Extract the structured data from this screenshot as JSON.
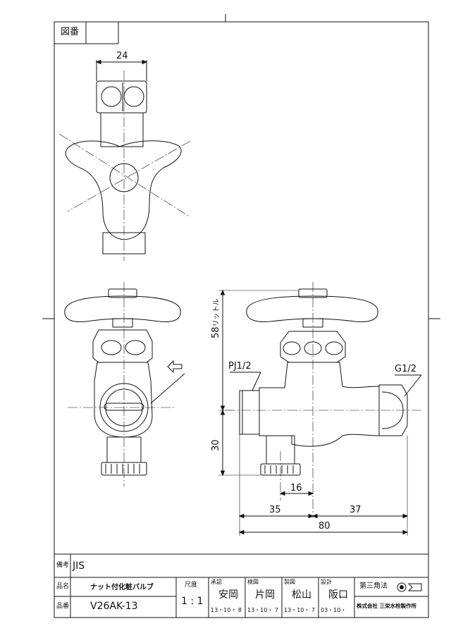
{
  "drawing_no_label": "図番",
  "drawing_no": "",
  "dims": {
    "top_width": "24",
    "height": "58",
    "height_suffix": "リットル",
    "lower_height": "30",
    "offset_small": "16",
    "left_len": "35",
    "right_len": "37",
    "total_len": "80",
    "thread_inlet": "PJ1/2",
    "thread_outlet": "G1/2"
  },
  "title_block": {
    "remarks_label": "備考",
    "remarks_value": "JIS",
    "name_label": "品名",
    "name_value": "ナット付化粧バルブ",
    "part_label": "品番",
    "part_value": "V26AK-13",
    "scale_label": "尺度",
    "scale_value": "1 : 1",
    "approve_label": "承認",
    "approve_name": "安岡",
    "approve_date": "13・10・ 8",
    "check_label": "検図",
    "check_name": "片岡",
    "check_date": "13・10・ 7",
    "drawn_label": "製図",
    "drawn_name": "松山",
    "drawn_date": "13・10・ 7",
    "design_label": "設計",
    "design_name": "阪口",
    "design_date": "03・10・",
    "projection_label": "第三角法",
    "company": "株式会社 三栄水栓製作所"
  }
}
